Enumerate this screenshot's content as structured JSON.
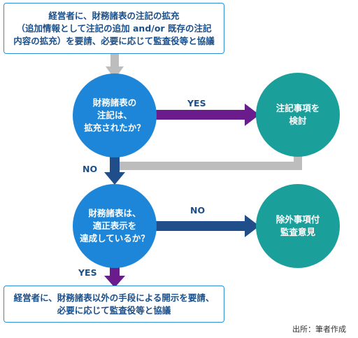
{
  "boxes": {
    "top": "経営者に、財務諸表の注記の拡充\n（追加情報として注記の追加 and/or 既存の注記\n内容の拡充）を要請、必要に応じて監査役等と協議",
    "bottom": "経営者に、財務諸表以外の手段による開示を要請、\n必要に応じて監査役等と協議"
  },
  "nodes": {
    "decision1": "財務諸表の\n注記は、\n拡充されたか？",
    "decision2": "財務諸表は、\n適正表示を\n達成しているか？",
    "review": "注記事項を\n検討",
    "opinion": "除外事項付\n監査意見"
  },
  "labels": {
    "d1_yes": "YES",
    "d1_no": "NO",
    "d2_no": "NO",
    "d2_yes": "YES"
  },
  "source": "出所：筆者作成",
  "colors": {
    "primary_blue": "#1d86d8",
    "teal": "#1a9f9b",
    "purple": "#6a1b8c",
    "navy": "#1f4e8a",
    "gray": "#bdbdbd",
    "box_border": "#2b8fd6",
    "text_blue": "#1a4f8a"
  }
}
